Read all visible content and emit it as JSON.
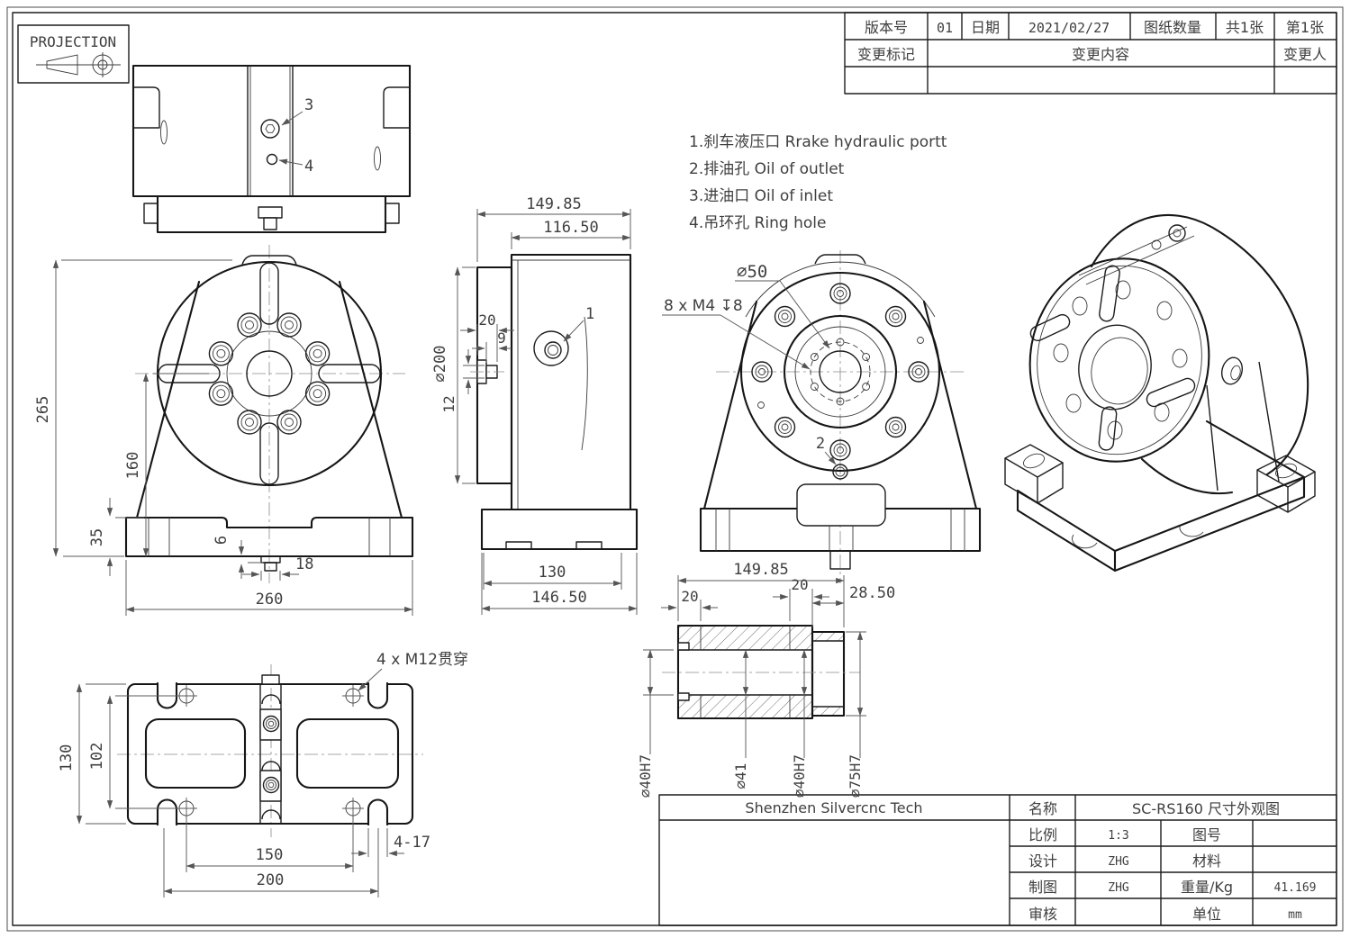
{
  "projection_label": "PROJECTION",
  "revision_table": {
    "version_label": "版本号",
    "version_value": "01",
    "date_label": "日期",
    "date_value": "2021/02/27",
    "sheet_qty_label": "图纸数量",
    "sheet_qty_value": "共1张",
    "sheet_no_value": "第1张",
    "change_mark_label": "变更标记",
    "change_content_label": "变更内容",
    "change_person_label": "变更人"
  },
  "notes": [
    "1.刹车液压口 Rrake hydraulic portt",
    "2.排油孔 Oil of outlet",
    "3.进油口 Oil of inlet",
    "4.吊环孔 Ring hole"
  ],
  "title_block": {
    "company": "Shenzhen Silvercnc Tech",
    "name_label": "名称",
    "name_value": "SC-RS160 尺寸外观图",
    "scale_label": "比例",
    "scale_value": "1:3",
    "drawing_no_label": "图号",
    "design_label": "设计",
    "design_value": "ZHG",
    "material_label": "材料",
    "draft_label": "制图",
    "draft_value": "ZHG",
    "weight_label": "重量/Kg",
    "weight_value": "41.169",
    "audit_label": "审核",
    "unit_label": "单位",
    "unit_value": "mm"
  },
  "dims": {
    "front": {
      "total_height": "265",
      "center_height": "160",
      "base_height": "35",
      "tab_step": "6",
      "tab_width": "18",
      "base_width": "260"
    },
    "side": {
      "total_depth": "149.85",
      "body_depth": "116.50",
      "key_depth": "20",
      "key_width": "9",
      "key_height": "12",
      "platter_dia": "⌀200",
      "base_width": "130",
      "base_total": "146.50",
      "callout_1": "1"
    },
    "rear": {
      "bolt_circle_dia": "⌀50",
      "tap_note": "8 x M4 ↧8",
      "callout_2": "2"
    },
    "top": {
      "callout_3": "3",
      "callout_4": "4"
    },
    "bottom": {
      "plate_width": "130",
      "hole_pitch_v": "102",
      "hole_pitch_h": "150",
      "slot_pitch": "200",
      "slot_note": "4-17",
      "thru_note": "4 x M12贯穿"
    },
    "section": {
      "total": "149.85",
      "left_step": "20",
      "right_step": "20",
      "flange_len": "28.50",
      "bore_left": "⌀40H7",
      "bore_mid": "⌀41",
      "bore_right": "⌀40H7",
      "flange_dia": "⌀75H7"
    }
  }
}
